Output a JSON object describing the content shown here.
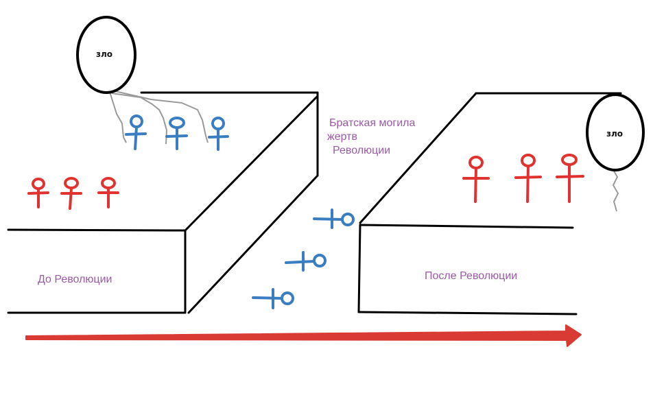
{
  "labels": {
    "before": "До Революции",
    "after": "После Революции",
    "grave_line1": "Братская могила",
    "grave_line2": "жертв",
    "grave_line3": "Революции",
    "evil_left": "зло",
    "evil_right": "зло"
  },
  "colors": {
    "outline": "#000000",
    "red_people": "#e0332f",
    "blue_people": "#3a7dc0",
    "label_text": "#9b59a6",
    "arrow": "#d93a33",
    "string": "#999999"
  },
  "icons": {
    "person": "female-symbol-icon",
    "fallen": "fallen-person-icon",
    "balloon": "balloon-icon",
    "arrow": "arrow-right-icon"
  }
}
